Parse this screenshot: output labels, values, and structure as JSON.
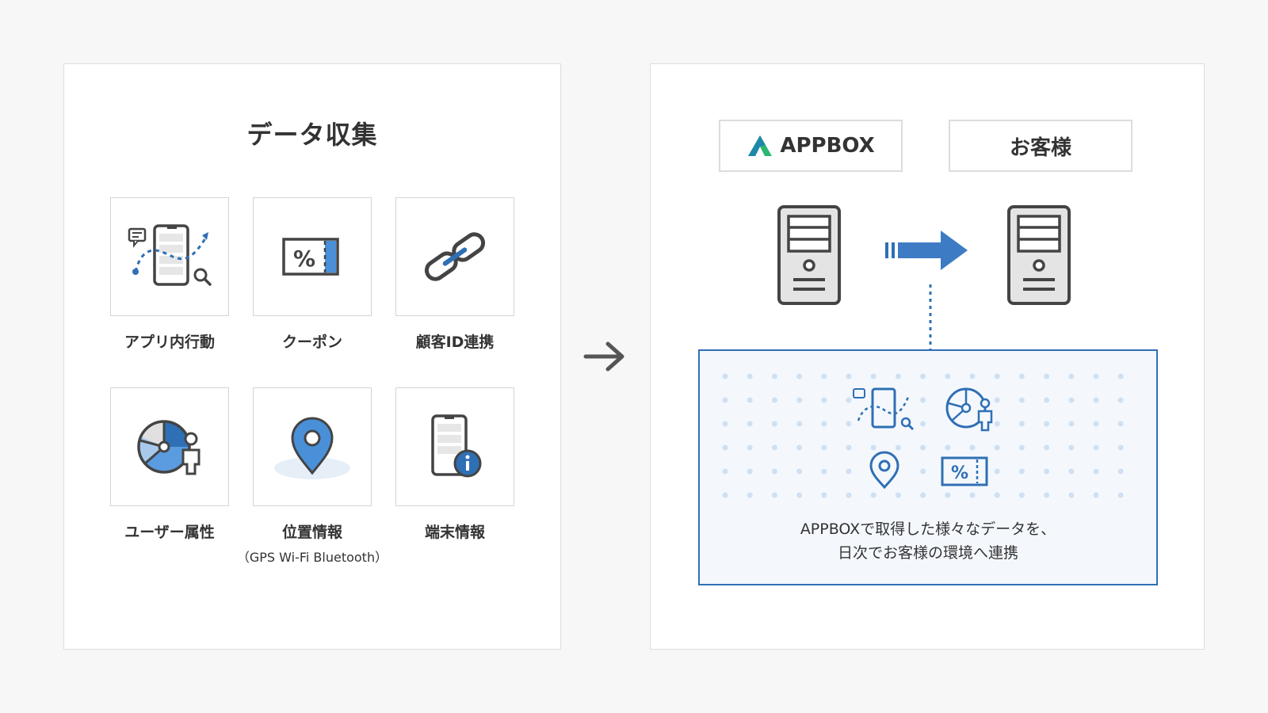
{
  "left": {
    "title": "データ収集",
    "items": [
      {
        "label": "アプリ内行動",
        "icon": "app-behavior-icon"
      },
      {
        "label": "クーポン",
        "icon": "coupon-icon"
      },
      {
        "label": "顧客ID連携",
        "icon": "link-icon"
      },
      {
        "label": "ユーザー属性",
        "icon": "user-attribute-icon"
      },
      {
        "label": "位置情報",
        "sublabel": "（GPS  Wi-Fi  Bluetooth）",
        "icon": "location-pin-icon"
      },
      {
        "label": "端末情報",
        "icon": "device-info-icon"
      }
    ]
  },
  "right": {
    "appbox_label": "APPBOX",
    "customer_label": "お客様",
    "info_line1": "APPBOXで取得した様々なデータを、",
    "info_line2": "日次でお客様の環境へ連携"
  },
  "colors": {
    "accent": "#2f6fb5",
    "accent_light": "#4a90d9",
    "dark": "#444444",
    "logo_green": "#2bb673",
    "logo_teal": "#1e88a8"
  }
}
